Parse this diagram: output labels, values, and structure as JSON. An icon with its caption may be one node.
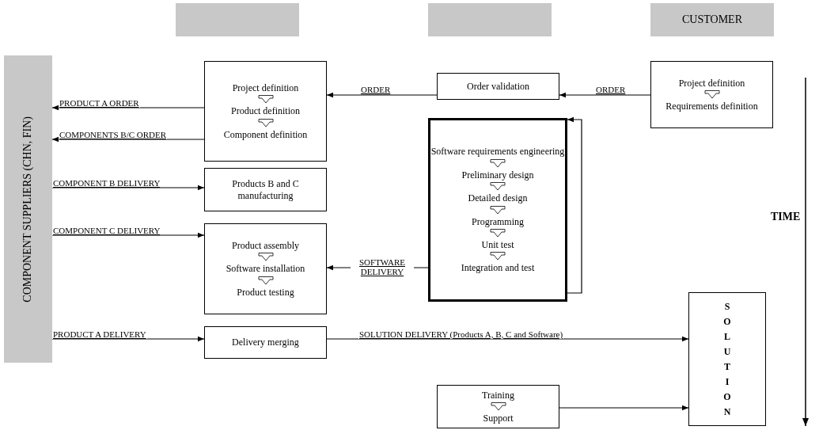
{
  "diagram": {
    "nodes": [
      {
        "text": [],
        "shape": "box"
      },
      {
        "text": [],
        "shape": "box"
      },
      {
        "text": [
          "CUSTOMER"
        ]
      },
      {
        "text": [
          "COMPONENT SUPPLIERS (CHN, FIN)"
        ]
      },
      {
        "text": [
          "Project definition",
          "Product definition",
          "Component definition"
        ]
      },
      {
        "text": [
          "Order validation"
        ]
      },
      {
        "text": [
          "Project definition",
          "Requirements definition"
        ]
      },
      {
        "text": [
          "Software requirements engineering",
          "Preliminary design",
          "Detailed design",
          "Programming",
          "Unit test",
          "Integration and test"
        ]
      },
      {
        "text": [
          "Products B and C manufacturing"
        ]
      },
      {
        "text": [
          "Product assembly",
          "Software installation",
          "Product testing"
        ]
      },
      {
        "text": [
          "Delivery merging"
        ]
      },
      {
        "text": [
          "Training",
          "Support"
        ]
      },
      {
        "text": [
          "SOLUTION"
        ]
      }
    ],
    "edges": [
      {
        "from": 6,
        "to": 5,
        "arrow": "to",
        "label": "ORDER"
      },
      {
        "from": 5,
        "to": 4,
        "arrow": "to",
        "label": "ORDER"
      },
      {
        "from": 4,
        "to": 3,
        "arrow": "to",
        "label": "PRODUCT A ORDER"
      },
      {
        "from": 4,
        "to": 3,
        "arrow": "to",
        "label": "COMPONENTS B/C ORDER"
      },
      {
        "from": 3,
        "to": 8,
        "arrow": "to",
        "label": "COMPONENT B DELIVERY"
      },
      {
        "from": 3,
        "to": 9,
        "arrow": "to",
        "label": "COMPONENT C DELIVERY"
      },
      {
        "from": 7,
        "to": 9,
        "arrow": "to",
        "label": "SOFTWARE DELIVERY"
      },
      {
        "from": 3,
        "to": 10,
        "arrow": "to",
        "label": "PRODUCT A DELIVERY"
      },
      {
        "from": 10,
        "to": 12,
        "arrow": "to",
        "label": "SOLUTION DELIVERY (Products A, B, C and Software)"
      },
      {
        "from": 11,
        "to": 12,
        "arrow": "to"
      },
      {
        "from": 7,
        "to": 7,
        "arrow": "to"
      }
    ],
    "labels": [
      "TIME"
    ]
  }
}
